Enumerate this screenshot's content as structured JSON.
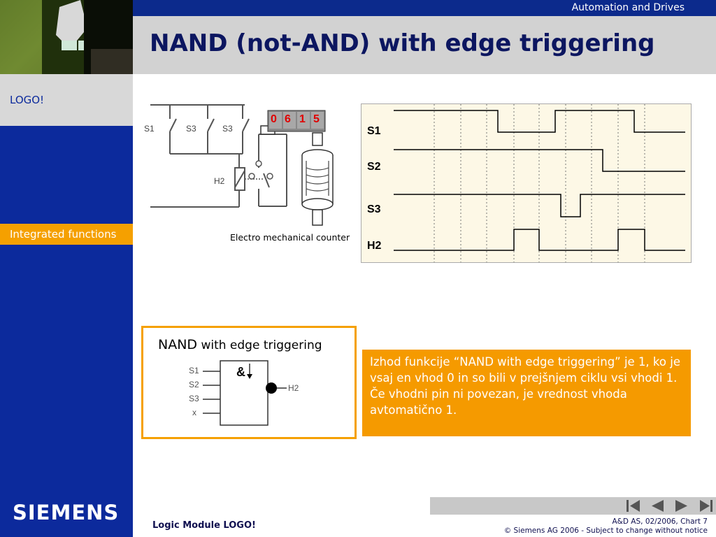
{
  "header": {
    "top_text": "Automation and Drives",
    "title": "NAND (not-AND) with edge triggering"
  },
  "sidebar": {
    "logo_label": "LOGO!",
    "section_label": "Integrated functions",
    "brand": "SIEMENS"
  },
  "circuit": {
    "switch_labels": [
      "S1",
      "S3",
      "S3"
    ],
    "coil_label": "H2",
    "counter_digits": [
      "0",
      "6",
      "1",
      "5"
    ],
    "caption": "Electro mechanical counter"
  },
  "timing_chart": {
    "signals": [
      "S1",
      "S2",
      "S3",
      "H2"
    ]
  },
  "nand_block": {
    "title_main": "NAND",
    "title_rest": " with edge triggering",
    "symbol": "&",
    "inputs": [
      "S1",
      "S2",
      "S3",
      "x"
    ],
    "output": "H2"
  },
  "description": {
    "line1": "Izhod funkcije “NAND with edge triggering” je 1, ko je vsaj en vhod 0 in so bili v prejšnjem ciklu vsi vhodi 1.",
    "line2": "Če vhodni pin ni povezan, je vrednost vhoda avtomatično 1."
  },
  "footer": {
    "left": "Logic Module LOGO!",
    "right_line1": "A&D AS, 02/2006, Chart    7",
    "right_line2": "© Siemens AG 2006  -  Subject to change without notice"
  },
  "nav_icons": [
    "first-icon",
    "previous-icon",
    "next-icon",
    "last-icon"
  ],
  "colors": {
    "blue": "#0c2a9c",
    "orange": "#f5a000",
    "grey": "#d2d2d2"
  }
}
